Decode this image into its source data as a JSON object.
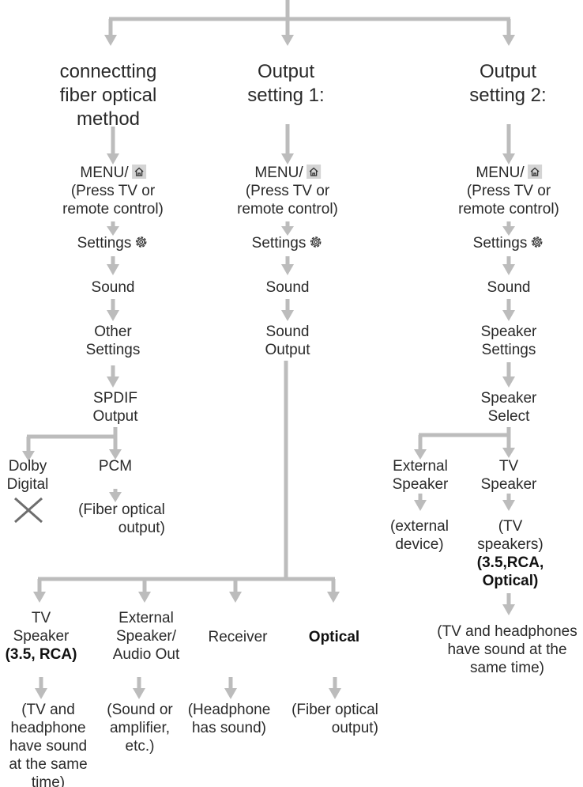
{
  "colors": {
    "line": "#bcbcbc",
    "text": "#2a2a2a",
    "x_mark": "#6e6e6e",
    "home_bg": "#d4d4d4"
  },
  "icons": {
    "home": "home-icon",
    "gear": "gear-icon",
    "x": "x-mark-icon"
  },
  "headers": {
    "col1": [
      "connectting",
      "fiber optical",
      "method"
    ],
    "col2": [
      "Output",
      "setting 1:"
    ],
    "col3": [
      "Output",
      "setting 2:"
    ]
  },
  "steps": {
    "menu": "MENU/",
    "press": [
      "(Press TV or",
      "remote control)"
    ],
    "settings": "Settings",
    "sound": "Sound"
  },
  "col1": {
    "other_settings": [
      "Other",
      "Settings"
    ],
    "spdif": [
      "SPDIF",
      "Output"
    ],
    "dolby": [
      "Dolby",
      "Digital"
    ],
    "pcm": "PCM",
    "pcm_result": [
      "(Fiber optical",
      "output)"
    ]
  },
  "col2": {
    "sound_output": [
      "Sound",
      "Output"
    ],
    "options": {
      "tv_speaker": [
        "TV",
        "Speaker",
        "(3.5, RCA)"
      ],
      "external": [
        "External",
        "Speaker/",
        "Audio Out"
      ],
      "receiver": "Receiver",
      "optical": "Optical"
    },
    "results": {
      "tv_speaker": [
        "(TV and",
        "headphone",
        "have sound",
        "at the same",
        "time)"
      ],
      "external": [
        "(Sound or",
        "amplifier,",
        "etc.)"
      ],
      "receiver": [
        "(Headphone",
        "has sound)"
      ],
      "optical": [
        "(Fiber optical",
        "output)"
      ]
    }
  },
  "col3": {
    "speaker_settings": [
      "Speaker",
      "Settings"
    ],
    "speaker_select": [
      "Speaker",
      "Select"
    ],
    "external": [
      "External",
      "Speaker"
    ],
    "external_result": [
      "(external",
      "device)"
    ],
    "tv": [
      "TV",
      "Speaker"
    ],
    "tv_result": [
      "(TV",
      "speakers)",
      "(3.5,RCA,",
      "Optical)"
    ],
    "final": [
      "(TV and headphones",
      "have sound at the",
      "same time)"
    ]
  }
}
